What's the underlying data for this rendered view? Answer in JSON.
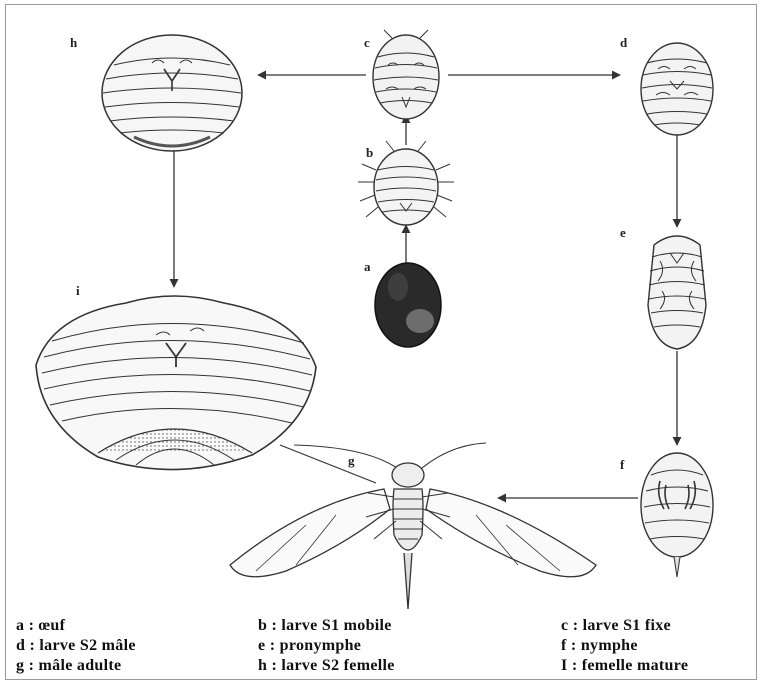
{
  "stage_tags": {
    "a": "a",
    "b": "b",
    "c": "c",
    "d": "d",
    "e": "e",
    "f": "f",
    "g": "g",
    "h": "h",
    "i": "i"
  },
  "legend": [
    {
      "key": "a",
      "text": "a : œuf"
    },
    {
      "key": "b",
      "text": "b : larve S1 mobile"
    },
    {
      "key": "c",
      "text": "c : larve S1 fixe"
    },
    {
      "key": "d",
      "text": "d : larve S2 mâle"
    },
    {
      "key": "e",
      "text": "e : pronymphe"
    },
    {
      "key": "f",
      "text": "f : nymphe"
    },
    {
      "key": "g",
      "text": "g : mâle adulte"
    },
    {
      "key": "h",
      "text": "h : larve S2 femelle"
    },
    {
      "key": "I",
      "text": "I : femelle mature"
    }
  ],
  "colors": {
    "ink": "#333333",
    "egg": "#2a2a2a",
    "frame": "#9a9a9a"
  }
}
